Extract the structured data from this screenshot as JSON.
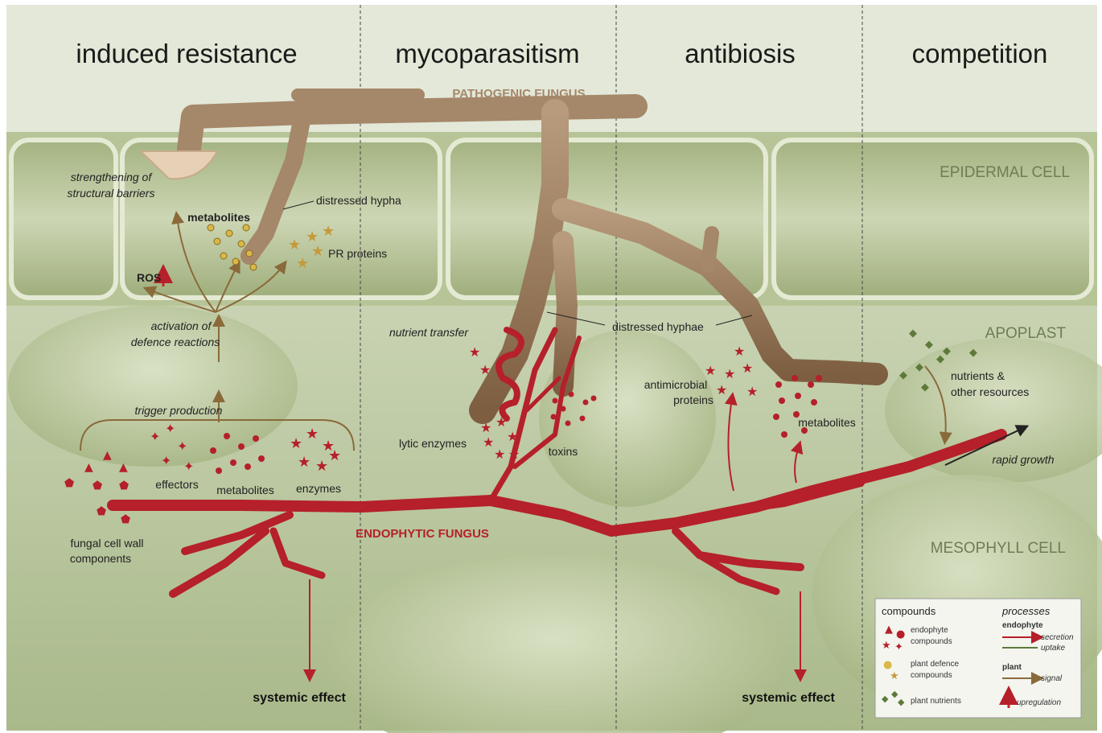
{
  "columns": {
    "induced_resistance": "induced resistance",
    "mycoparasitism": "mycoparasitism",
    "antibiosis": "antibiosis",
    "competition": "competition"
  },
  "zones": {
    "epidermal": "EPIDERMAL CELL",
    "apoplast": "APOPLAST",
    "mesophyll": "MESOPHYLL CELL"
  },
  "fungi": {
    "pathogenic": "PATHOGENIC FUNGUS",
    "endophytic": "ENDOPHYTIC FUNGUS"
  },
  "labels": {
    "strengthening_1": "strengthening of",
    "strengthening_2": "structural barriers",
    "metabolites_top": "metabolites",
    "distressed_hypha": "distressed hypha",
    "pr_proteins": "PR proteins",
    "ros": "ROS",
    "activation_1": "activation of",
    "activation_2": "defence reactions",
    "trigger": "trigger production",
    "effectors": "effectors",
    "metabolites_mid": "metabolites",
    "enzymes": "enzymes",
    "fcw_1": "fungal cell wall",
    "fcw_2": "components",
    "nutrient_transfer": "nutrient transfer",
    "distressed_hyphae": "distressed hyphae",
    "lytic": "lytic enzymes",
    "toxins": "toxins",
    "antimicrobial_1": "antimicrobial",
    "antimicrobial_2": "proteins",
    "metabolites_right": "metabolites",
    "nutrients_1": "nutrients &",
    "nutrients_2": "other resources",
    "rapid_growth": "rapid growth",
    "systemic_left": "systemic effect",
    "systemic_right": "systemic effect"
  },
  "legend": {
    "compounds": "compounds",
    "processes": "processes",
    "endophyte_compounds_1": "endophyte",
    "endophyte_compounds_2": "compounds",
    "plant_defence_1": "plant defence",
    "plant_defence_2": "compounds",
    "plant_nutrients": "plant nutrients",
    "endophyte": "endophyte",
    "secretion": "secretion",
    "uptake": "uptake",
    "plant": "plant",
    "signal": "signal",
    "upregulation": "upregulation"
  },
  "colors": {
    "endophyte_red": "#b5202a",
    "pathogen_brown": "#a5876a",
    "plant_gold": "#c49a3c",
    "nutrient_green": "#5e7a3a"
  }
}
